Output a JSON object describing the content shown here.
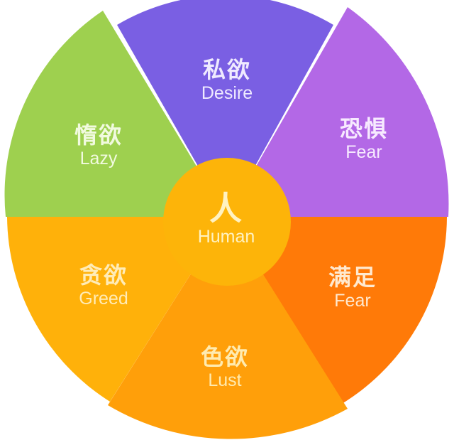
{
  "chart_data": {
    "type": "radial-wheel",
    "center": {
      "zh": "人",
      "en": "Human",
      "color": "#FDB409"
    },
    "segments": [
      {
        "id": "desire",
        "zh": "私欲",
        "en": "Desire",
        "color": "#7A5FE3",
        "text_color": "#EFEAFF"
      },
      {
        "id": "fear",
        "zh": "恐惧",
        "en": "Fear",
        "color": "#B368E6",
        "text_color": "#F7EAFF"
      },
      {
        "id": "satisfy",
        "zh": "满足",
        "en": "Fear",
        "color": "#FF7A08",
        "text_color": "#FFE9CF"
      },
      {
        "id": "lust",
        "zh": "色欲",
        "en": "Lust",
        "color": "#FF9F0A",
        "text_color": "#FFEBB0"
      },
      {
        "id": "greed",
        "zh": "贪欲",
        "en": "Greed",
        "color": "#FFB10A",
        "text_color": "#FFECB8"
      },
      {
        "id": "lazy",
        "zh": "惰欲",
        "en": "Lazy",
        "color": "#9ED04F",
        "text_color": "#F1FADF"
      }
    ]
  }
}
